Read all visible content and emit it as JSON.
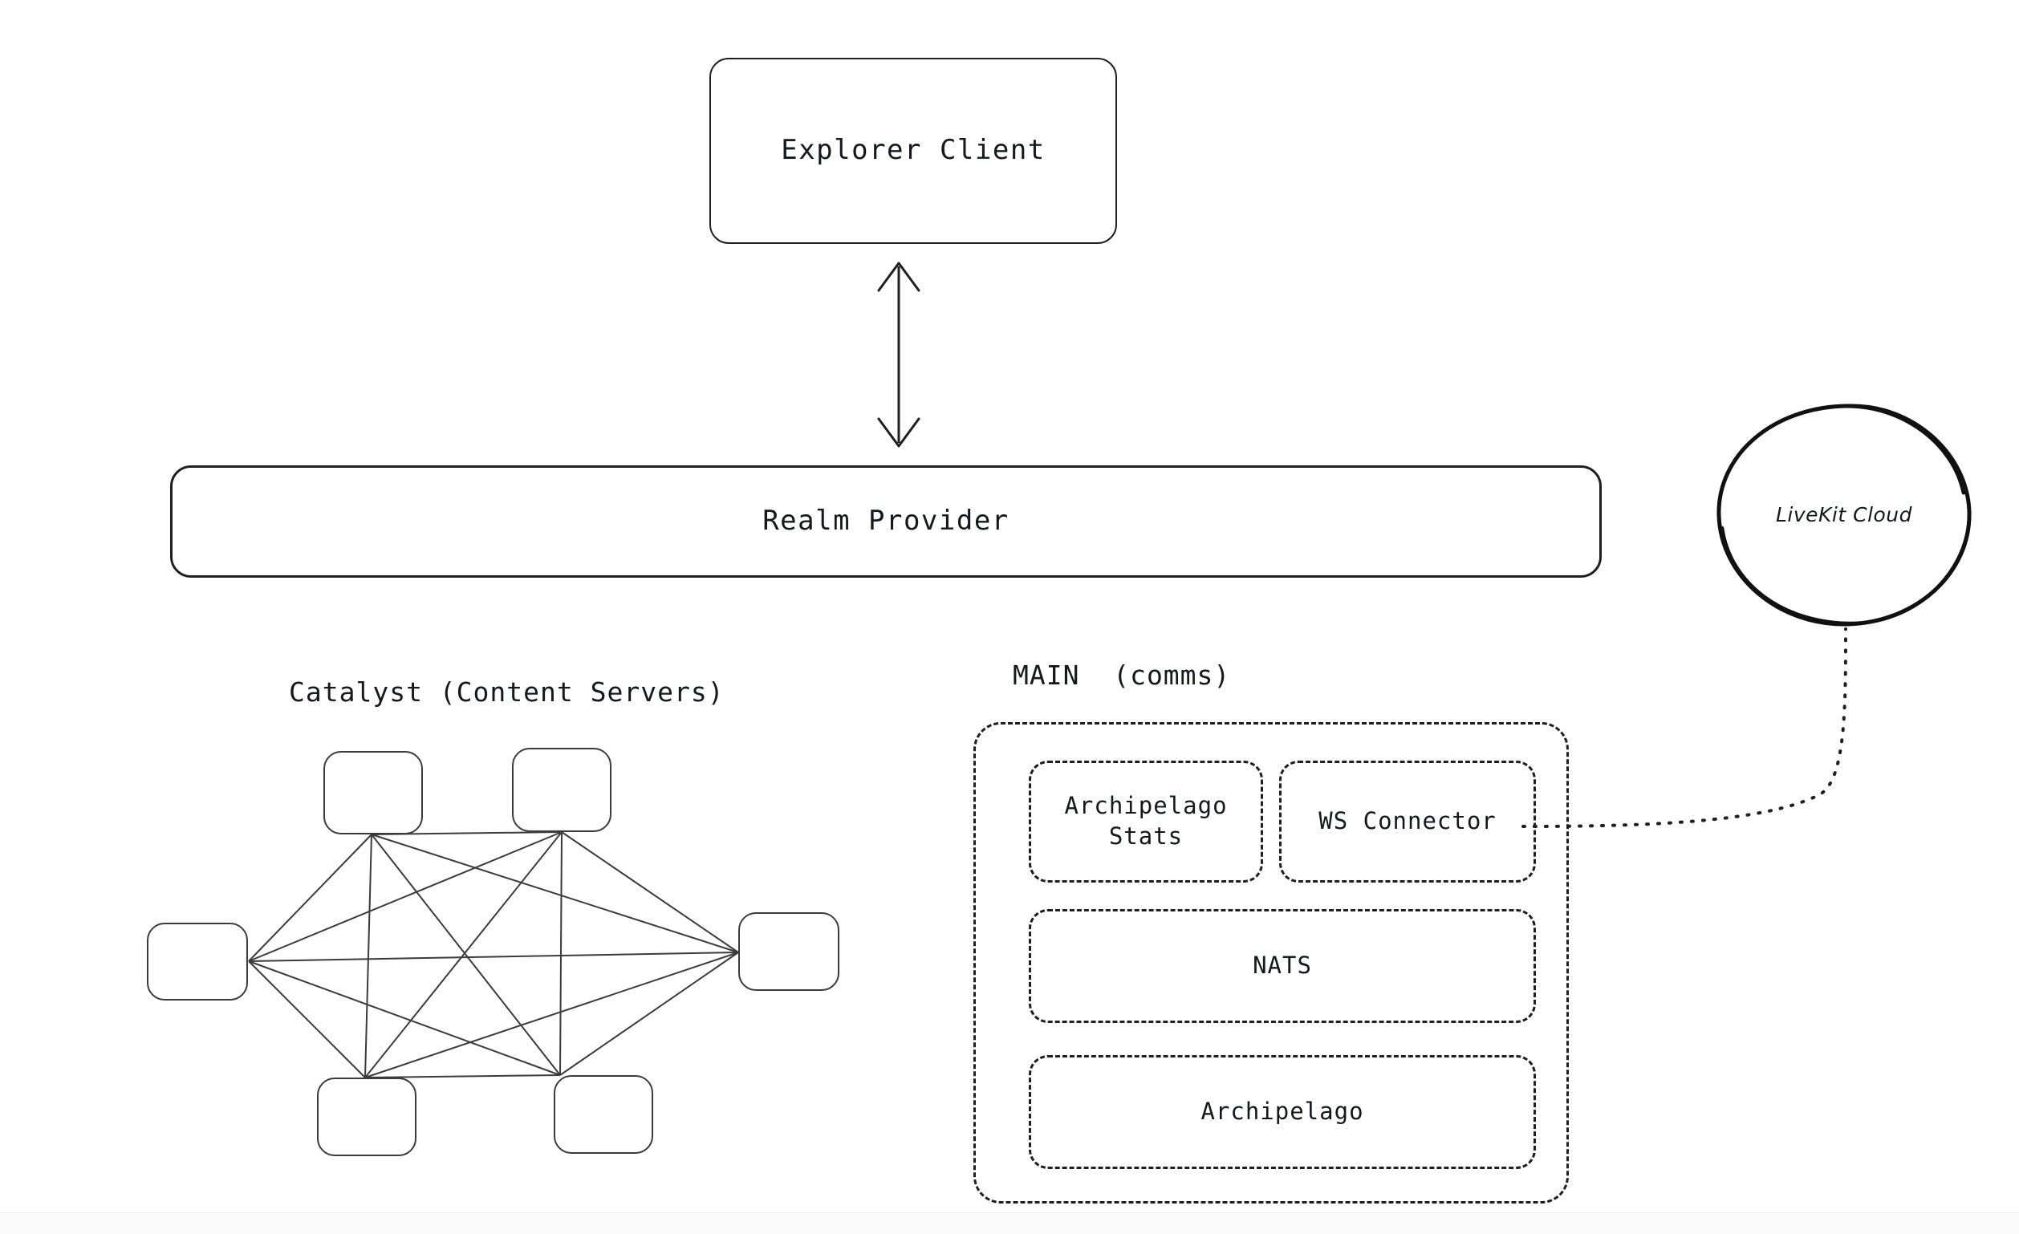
{
  "diagram": {
    "background_color": "#ffffff",
    "stroke_color": "#1f1f1f",
    "nodes": {
      "explorer_client": {
        "label": "Explorer Client"
      },
      "realm_provider": {
        "label": "Realm Provider"
      },
      "livekit_cloud": {
        "label": "LiveKit Cloud"
      }
    },
    "sections": {
      "catalyst": {
        "title": "Catalyst (Content Servers)",
        "node_count": 6,
        "nodes": [
          {
            "id": "catalyst-node-top-left",
            "label": ""
          },
          {
            "id": "catalyst-node-top-right",
            "label": ""
          },
          {
            "id": "catalyst-node-left",
            "label": ""
          },
          {
            "id": "catalyst-node-right",
            "label": ""
          },
          {
            "id": "catalyst-node-bottom-left",
            "label": ""
          },
          {
            "id": "catalyst-node-bottom-right",
            "label": ""
          }
        ]
      },
      "main_comms": {
        "title": "MAIN  (comms)",
        "boxes": [
          {
            "id": "archipelago-stats",
            "label": "Archipelago\nStats"
          },
          {
            "id": "ws-connector",
            "label": "WS Connector"
          },
          {
            "id": "nats",
            "label": "NATS"
          },
          {
            "id": "archipelago",
            "label": "Archipelago"
          }
        ]
      }
    },
    "connections": [
      {
        "id": "explorer-realm-link",
        "from": "Explorer Client",
        "to": "Realm Provider",
        "style": "solid",
        "arrow": "both"
      },
      {
        "id": "wsconnector-livekit-link",
        "from": "WS Connector",
        "to": "LiveKit Cloud",
        "style": "dotted",
        "arrow": "none"
      }
    ]
  }
}
